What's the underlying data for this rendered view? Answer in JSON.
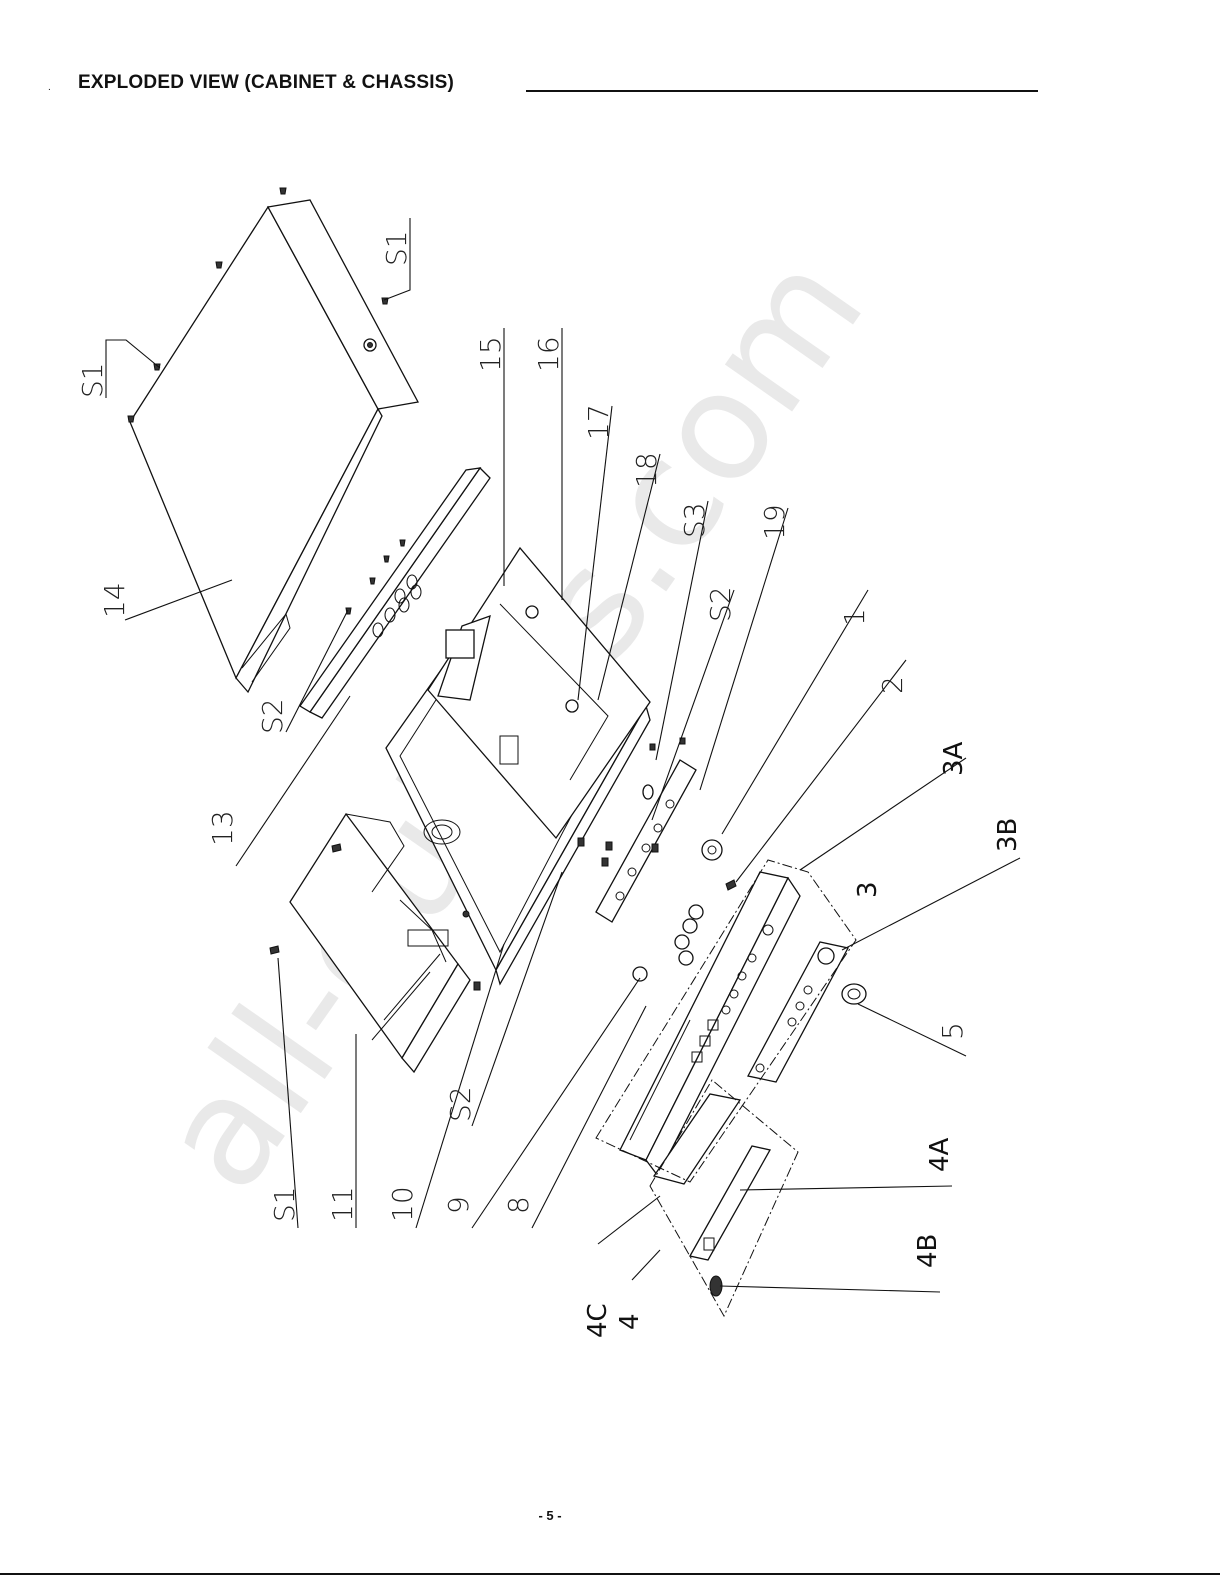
{
  "header": {
    "bullet": ".",
    "title": "EXPLODED  VIEW (CABINET & CHASSIS)"
  },
  "watermark": "all-guides.com",
  "callouts": {
    "c14": "14",
    "c15": "15",
    "c16": "16",
    "c17": "17",
    "c18": "18",
    "c19": "19",
    "cS3": "S3",
    "cS2a": "S2",
    "cS2b": "S2",
    "cS2c": "S2",
    "cS1a": "S1",
    "cS1b": "S1",
    "cS1c": "S1",
    "c13": "13",
    "c11": "11",
    "c10": "10",
    "c9": "9",
    "c8": "8",
    "c1": "1",
    "c2": "2",
    "c3": "3",
    "c3A": "3A",
    "c3B": "3B",
    "c5": "5",
    "c4": "4",
    "c4A": "4A",
    "c4B": "4B",
    "c4C": "4C"
  },
  "page_number": "- 5 -"
}
